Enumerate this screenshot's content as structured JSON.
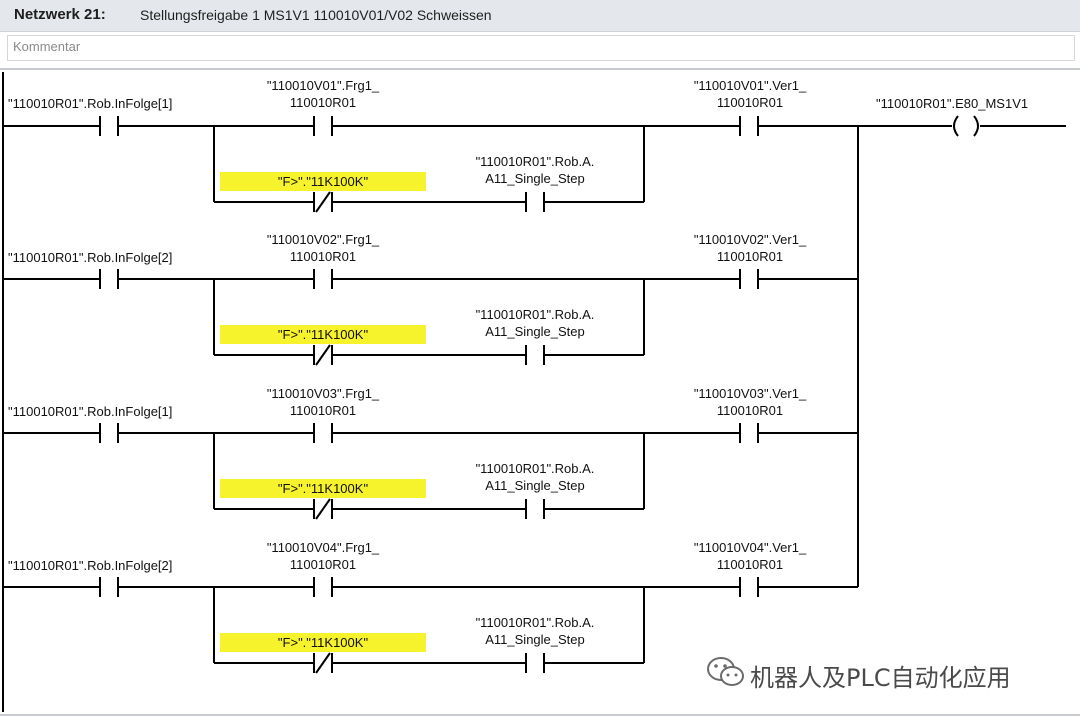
{
  "network": {
    "title": "Netzwerk 21:",
    "description": "Stellungsfreigabe 1 MS1V1 110010V01/V02 Schweissen",
    "comment_placeholder": "Kommentar"
  },
  "rungs": [
    {
      "main_contact": "\"110010R01\".Rob.InFolge[1]",
      "frg_line1": "\"110010V01\".Frg1_",
      "frg_line2": "110010R01",
      "fault_tag": "\"F>\".\"11K100K\"",
      "step_line1": "\"110010R01\".Rob.A.",
      "step_line2": "A11_Single_Step",
      "ver_line1": "\"110010V01\".Ver1_",
      "ver_line2": "110010R01"
    },
    {
      "main_contact": "\"110010R01\".Rob.InFolge[2]",
      "frg_line1": "\"110010V02\".Frg1_",
      "frg_line2": "110010R01",
      "fault_tag": "\"F>\".\"11K100K\"",
      "step_line1": "\"110010R01\".Rob.A.",
      "step_line2": "A11_Single_Step",
      "ver_line1": "\"110010V02\".Ver1_",
      "ver_line2": "110010R01"
    },
    {
      "main_contact": "\"110010R01\".Rob.InFolge[1]",
      "frg_line1": "\"110010V03\".Frg1_",
      "frg_line2": "110010R01",
      "fault_tag": "\"F>\".\"11K100K\"",
      "step_line1": "\"110010R01\".Rob.A.",
      "step_line2": "A11_Single_Step",
      "ver_line1": "\"110010V03\".Ver1_",
      "ver_line2": "110010R01"
    },
    {
      "main_contact": "\"110010R01\".Rob.InFolge[2]",
      "frg_line1": "\"110010V04\".Frg1_",
      "frg_line2": "110010R01",
      "fault_tag": "\"F>\".\"11K100K\"",
      "step_line1": "\"110010R01\".Rob.A.",
      "step_line2": "A11_Single_Step",
      "ver_line1": "\"110010V04\".Ver1_",
      "ver_line2": "110010R01"
    }
  ],
  "coil": {
    "label": "\"110010R01\".E80_MS1V1"
  },
  "watermark": {
    "text": "机器人及PLC自动化应用",
    "icon": "wechat-icon"
  },
  "colors": {
    "highlight": "#f6f22b",
    "wire": "#000000",
    "header_bg": "#e4e8ec"
  }
}
